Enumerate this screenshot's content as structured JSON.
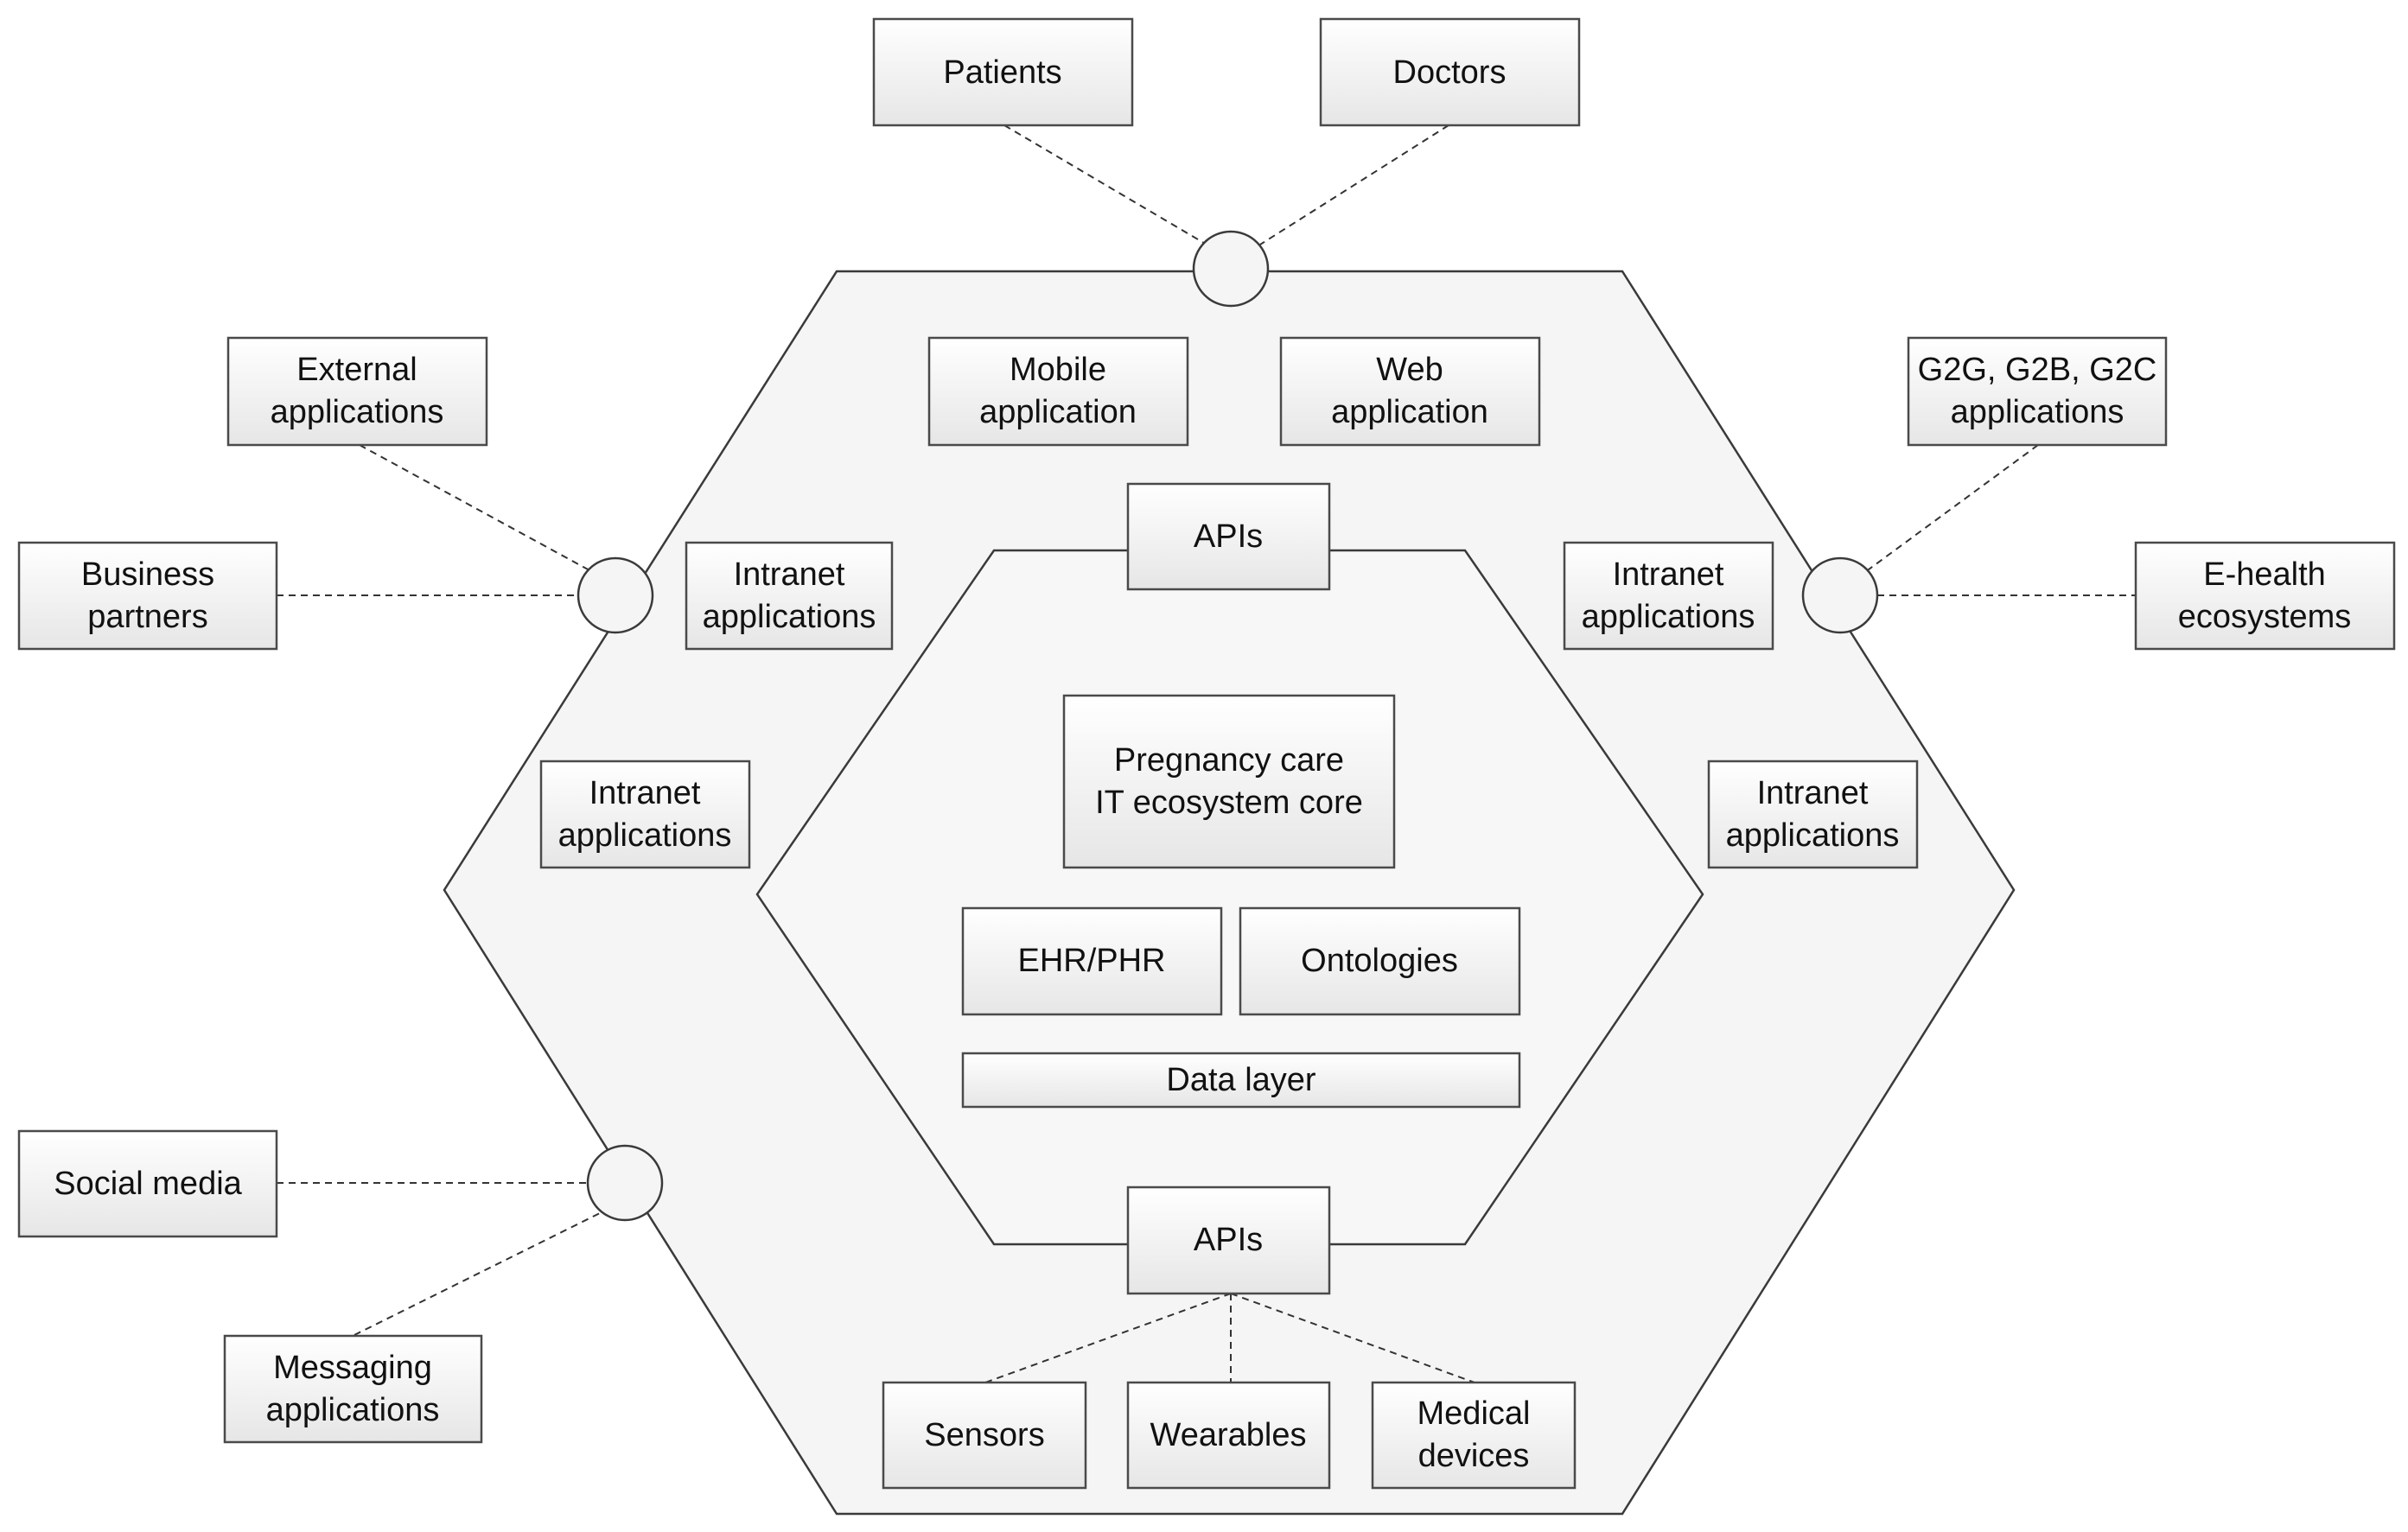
{
  "colors": {
    "outer_fill": "#f5f5f5",
    "inner_fill": "#f7f7f7",
    "box_fill_top": "#ffffff",
    "box_fill_bottom": "#e6e6e6",
    "stroke": "#3a3a3a"
  },
  "actors": {
    "patients": "Patients",
    "doctors": "Doctors",
    "external_apps": [
      "External",
      "applications"
    ],
    "business_partners": [
      "Business",
      "partners"
    ],
    "g2g": [
      "G2G, G2B, G2C",
      "applications"
    ],
    "ehealth": [
      "E-health",
      "ecosystems"
    ],
    "social_media": "Social media",
    "messaging": [
      "Messaging",
      "applications"
    ]
  },
  "outer_layer": {
    "mobile_app": [
      "Mobile",
      "application"
    ],
    "web_app": [
      "Web",
      "application"
    ],
    "intranet_left_top": [
      "Intranet",
      "applications"
    ],
    "intranet_right_top": [
      "Intranet",
      "applications"
    ],
    "intranet_left_mid": [
      "Intranet",
      "applications"
    ],
    "intranet_right_mid": [
      "Intranet",
      "applications"
    ],
    "devices": {
      "sensors": "Sensors",
      "wearables": "Wearables",
      "medical_devices": [
        "Medical",
        "devices"
      ]
    }
  },
  "inner_layer": {
    "apis_top": "APIs",
    "apis_bottom": "APIs",
    "core": [
      "Pregnancy care",
      "IT ecosystem core"
    ],
    "ehr": "EHR/PHR",
    "ontologies": "Ontologies",
    "data_layer": "Data layer"
  }
}
